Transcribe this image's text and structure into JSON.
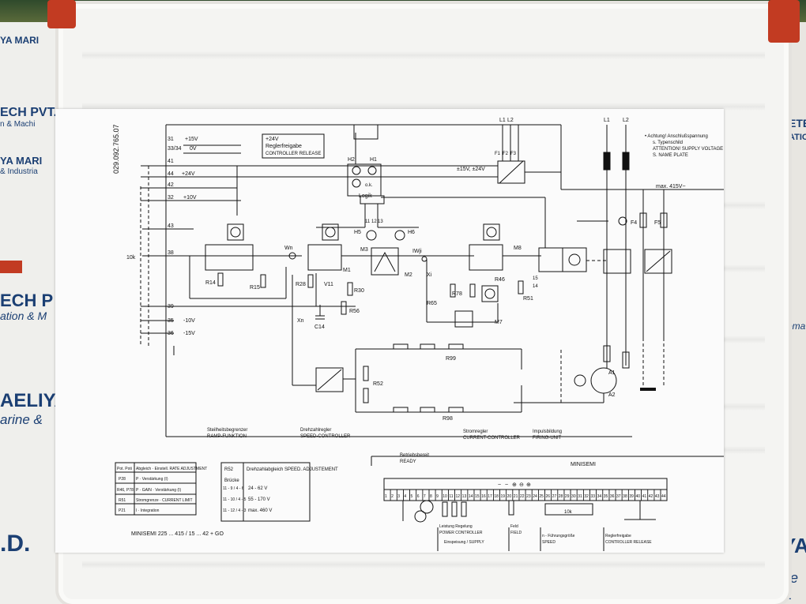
{
  "background": {
    "left_signs": [
      "YA MARI",
      "ECH PVT.",
      "n & Machi",
      "YA MARI",
      "& Industria",
      "ECH P",
      "ation & M",
      "AELIYA",
      "arine &",
      ".D."
    ],
    "right_signs": [
      "ETE",
      "ATION",
      "omation",
      "YA",
      "ne &"
    ],
    "colors": {
      "wall": "#d9d6cf",
      "cover": "#f4f4f2",
      "sheet": "#fbfbfb",
      "ink": "#111111",
      "red_sign": "#c23b22"
    }
  },
  "schematic": {
    "doc_number": "029.092.765.07",
    "top_terminals": [
      {
        "num": "31",
        "label": "+15V"
      },
      {
        "num": "33/34",
        "label": "0V"
      },
      {
        "num": "41",
        "label": ""
      },
      {
        "num": "44",
        "label": "+24V"
      },
      {
        "num": "42",
        "label": ""
      },
      {
        "num": "32",
        "label": "+10V"
      }
    ],
    "enable_note": [
      "+24V",
      "Reglerfreigabe",
      "CONTROLLER RELEASE"
    ],
    "lower_terminals": [
      {
        "num": "43",
        "label": ""
      },
      {
        "num": "38",
        "label": ""
      },
      {
        "num": "39",
        "label": ""
      },
      {
        "num": "35",
        "label": "-10V"
      },
      {
        "num": "36",
        "label": "-15V"
      }
    ],
    "pot_label": "10k",
    "labels": {
      "wn": "Wn",
      "xn": "Xn",
      "iwji": "IWji",
      "xi": "Xi",
      "m1": "M1",
      "m2": "M2",
      "m3": "M3",
      "m7": "M7",
      "m8": "M8",
      "h1": "H1",
      "h2": "H2",
      "h5": "H5",
      "h6": "H6",
      "ok": "o.k.",
      "logik": "Logik",
      "r14": "R14",
      "r15": "R15",
      "r28": "R28",
      "v11": "V11",
      "r30": "R30",
      "c14": "C14",
      "r56": "R56",
      "r65": "R65",
      "r78": "R78",
      "r46": "R46",
      "r51": "R51",
      "r52": "R52",
      "r98": "R98",
      "r99": "R99",
      "supply_dc": "±15V, ±24V",
      "l1": "L1",
      "l2": "L2",
      "f1": "F1",
      "f2": "F2",
      "f3": "F3",
      "f4": "F4",
      "f5": "F5",
      "a1": "A1",
      "a2": "A2",
      "max_v": "max. 415V~",
      "n11": "11",
      "n12": "12",
      "n13": "13",
      "n15": "15",
      "n14": "14"
    },
    "attention": [
      "• Achtung! Anschlußspannung",
      "s. Typenschild",
      "ATTENTION! SUPPLY VOLTAGE",
      "S. NAME PLATE"
    ],
    "sections": [
      {
        "de": "Steilheitsbegrenzer",
        "en": "RAMP-FUNKTION"
      },
      {
        "de": "Drehzahlregler",
        "en": "SPEED-CONTROLLER"
      },
      {
        "de": "Stromregler",
        "en": "CURRENT-CONTROLLER"
      },
      {
        "de": "Impulsbildung",
        "en": "FIRING-UNIT"
      }
    ],
    "table1": {
      "header": [
        "Pot. Poti",
        "Abgleich · Einstell. RATE ADJUSTMENT"
      ],
      "rows": [
        [
          "P28",
          "P · Verstärkung (I)"
        ],
        [
          "R46, P78",
          "P · GAIN · Verstärkung (I)"
        ],
        [
          "R51",
          "Stromgrenze · CURRENT LIMIT"
        ],
        [
          "P21",
          "I · Integration"
        ]
      ]
    },
    "table2": {
      "header": [
        "R52",
        "Drehzahlabgleich SPEED. ADJUSTEMENT"
      ],
      "sub": "Brücke",
      "rows": [
        [
          "11 - 9 / 4 - 6",
          "24 - 62 V"
        ],
        [
          "11 - 10 / 4 - 5",
          "55 - 170 V"
        ],
        [
          "11 - 12 / 4 - 3",
          "max. 460 V"
        ]
      ]
    },
    "model": "MINISEMI 225 ... 415 / 15 ... 42 + GO",
    "ready": [
      "Betriebsbereit",
      "READY"
    ],
    "minisemi": "MINISEMI",
    "terminal_strip": [
      "1",
      "2",
      "3",
      "4",
      "5",
      "6",
      "7",
      "8",
      "9",
      "10",
      "11",
      "12",
      "13",
      "14",
      "15",
      "16",
      "17",
      "18",
      "19",
      "20",
      "21",
      "22",
      "23",
      "24",
      "25",
      "26",
      "27",
      "28",
      "29",
      "30",
      "31",
      "32",
      "33",
      "34",
      "35",
      "36",
      "37",
      "38",
      "39",
      "40",
      "41",
      "42",
      "43",
      "44"
    ],
    "strip_symbols": [
      "~",
      "~",
      "⊕",
      "⊖",
      "⊕"
    ],
    "bottom_labels": [
      {
        "de": "Leistung Regelung",
        "en": "POWER CONTROLLER"
      },
      {
        "de": "Einspeisung / SUPPLY",
        "en": ""
      },
      {
        "de": "Feld",
        "en": "FIELD"
      },
      {
        "de": "n - Führungsgröße",
        "en": "SPEED"
      },
      {
        "de": "Reglerfreigabe",
        "en": "CONTROLLER RELEASE"
      }
    ],
    "pot_10k": "10k"
  }
}
